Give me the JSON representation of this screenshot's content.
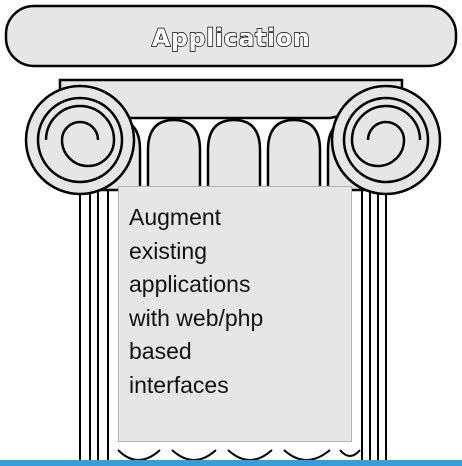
{
  "title": "Application",
  "body_lines": [
    "Augment",
    "existing",
    "applications",
    "with web/php",
    "based",
    "interfaces"
  ],
  "colors": {
    "column_fill": "#e6e6e6",
    "outline": "#000000",
    "bottom_bar": "#3b9cd6"
  }
}
